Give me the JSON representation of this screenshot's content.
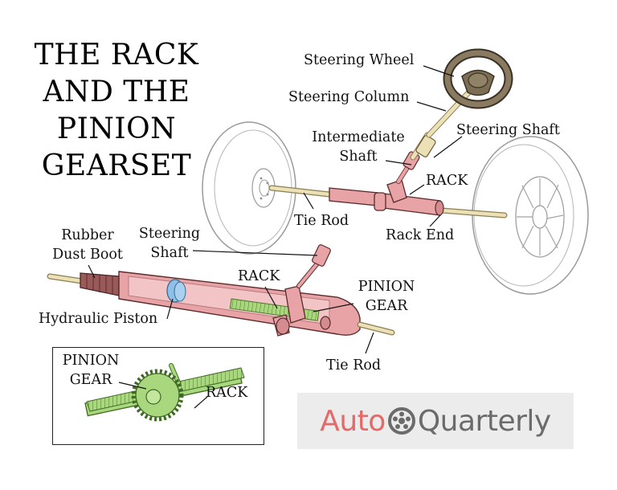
{
  "title": {
    "lines": [
      "THE RACK",
      "AND THE",
      "PINION",
      "GEARSET"
    ]
  },
  "labels": {
    "steering_wheel": "Steering Wheel",
    "steering_column": "Steering Column",
    "intermediate_shaft_1": "Intermediate",
    "intermediate_shaft_2": "Shaft",
    "steering_shaft_top": "Steering Shaft",
    "rack_top": "RACK",
    "tie_rod_top": "Tie Rod",
    "rack_end": "Rack End",
    "rubber_dust_boot_1": "Rubber",
    "rubber_dust_boot_2": "Dust Boot",
    "steering_shaft_mid_1": "Steering",
    "steering_shaft_mid_2": "Shaft",
    "rack_mid": "RACK",
    "pinion_gear_mid_1": "PINION",
    "pinion_gear_mid_2": "GEAR",
    "hydraulic_piston": "Hydraulic Piston",
    "tie_rod_bottom": "Tie Rod",
    "inset_pinion_gear_1": "PINION",
    "inset_pinion_gear_2": "GEAR",
    "inset_rack": "RACK"
  },
  "brand": {
    "part1": "Auto",
    "part2": "Quarterly",
    "wheel_icon": "wheel-icon"
  },
  "colors": {
    "rack_pink": "#e8a3a6",
    "rack_dark": "#c97078",
    "boot_dark": "#9b5a5a",
    "shaft_tan": "#e9ddb0",
    "gear_green": "#a9d77d",
    "piston_blue": "#8fc0e8",
    "wheel_dark": "#6e6250",
    "brand_coral": "#e46a6a",
    "brand_gray": "#6b6b6b"
  }
}
